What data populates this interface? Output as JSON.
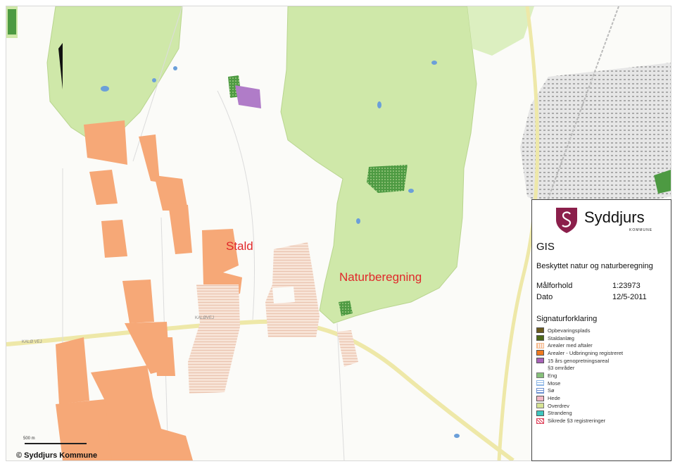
{
  "map": {
    "labels": {
      "stald": "Stald",
      "naturberegning": "Naturberegning"
    },
    "road_labels": {
      "road_1": "KALØVEJ",
      "road_2": "KALØ VEJ"
    },
    "copyright": "© Syddjurs Kommune",
    "scale_text": "500 m",
    "colors": {
      "forest": "#cfe8a9",
      "field_orange": "#f6a877",
      "hatched": "#efc9b6",
      "protected_green": "#4d9a42",
      "purple": "#b07cc8",
      "road": "#eee8a8",
      "town": "#9a9a9a"
    }
  },
  "legend": {
    "brand": "Syddjurs",
    "brand_sub": "KOMMUNE",
    "title": "GIS",
    "subtitle": "Beskyttet natur og naturberegning",
    "scale_label": "Målforhold",
    "scale_value": "1:23973",
    "date_label": "Dato",
    "date_value": "12/5-2011",
    "heading": "Signaturforklaring",
    "items": [
      {
        "label": "Opbevaringsplads",
        "color": "#6b5a1e",
        "icon": "solid-swatch"
      },
      {
        "label": "Staldanlæg",
        "color": "#4e6a1a",
        "icon": "solid-swatch"
      },
      {
        "label": "Arealer med aftaler",
        "color": "#f5b98c",
        "icon": "hatched-swatch"
      },
      {
        "label": "Arealer - Udbringning registreret",
        "color": "#f07a1e",
        "icon": "solid-swatch"
      },
      {
        "label": "15 års genopretningsareal",
        "color": "#a862b8",
        "icon": "solid-swatch"
      },
      {
        "label": "§3 områder",
        "color": "",
        "icon": "none"
      },
      {
        "label": "Eng",
        "color": "#59a848",
        "icon": "dotted-swatch"
      },
      {
        "label": "Mose",
        "color": "#8fb8e6",
        "icon": "lined-swatch"
      },
      {
        "label": "Sø",
        "color": "#6c8fcf",
        "icon": "lined-swatch"
      },
      {
        "label": "Hede",
        "color": "#f2b8c6",
        "icon": "solid-swatch"
      },
      {
        "label": "Overdrev",
        "color": "#c7d96b",
        "icon": "dotted-swatch"
      },
      {
        "label": "Strandeng",
        "color": "#3fc7c0",
        "icon": "solid-swatch"
      },
      {
        "label": "Sikrede §3 registreringer",
        "color": "#e0435c",
        "icon": "crossed-swatch"
      }
    ]
  }
}
